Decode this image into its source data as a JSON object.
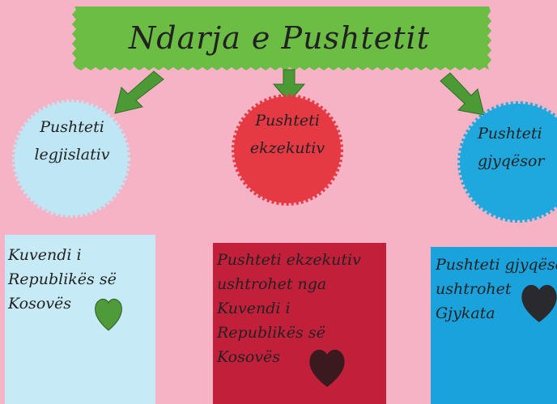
{
  "poster": {
    "title": "Ndarja e Pushtetit",
    "branches": [
      {
        "circle_text": "Pushteti\nlegjislativ",
        "note_text": "Kuvendi i\nRepublikës së\nKosovës",
        "circle_color": "#bfe6f4",
        "note_color": "#c7ebf6",
        "heart_color": "#4f9a3a"
      },
      {
        "circle_text": "Pushteti\nekzekutiv",
        "note_text": "Pushteti ekzekutiv\nushtrohet nga\nKuvendi i\nRepublikës së\nKosovës",
        "circle_color": "#e53a44",
        "note_color": "#c21f3a",
        "heart_color": "#3a1a1e"
      },
      {
        "circle_text": "Pushteti\ngjyqësor",
        "note_text": "Pushteti gjyqësor\nushtrohet\nGjykata",
        "circle_color": "#1ea8dd",
        "note_color": "#1aa2dc",
        "heart_color": "#2a2a2e"
      }
    ],
    "colors": {
      "background": "#f7b3c6",
      "title_banner": "#6cbd43",
      "arrow": "#4c9a36"
    }
  }
}
